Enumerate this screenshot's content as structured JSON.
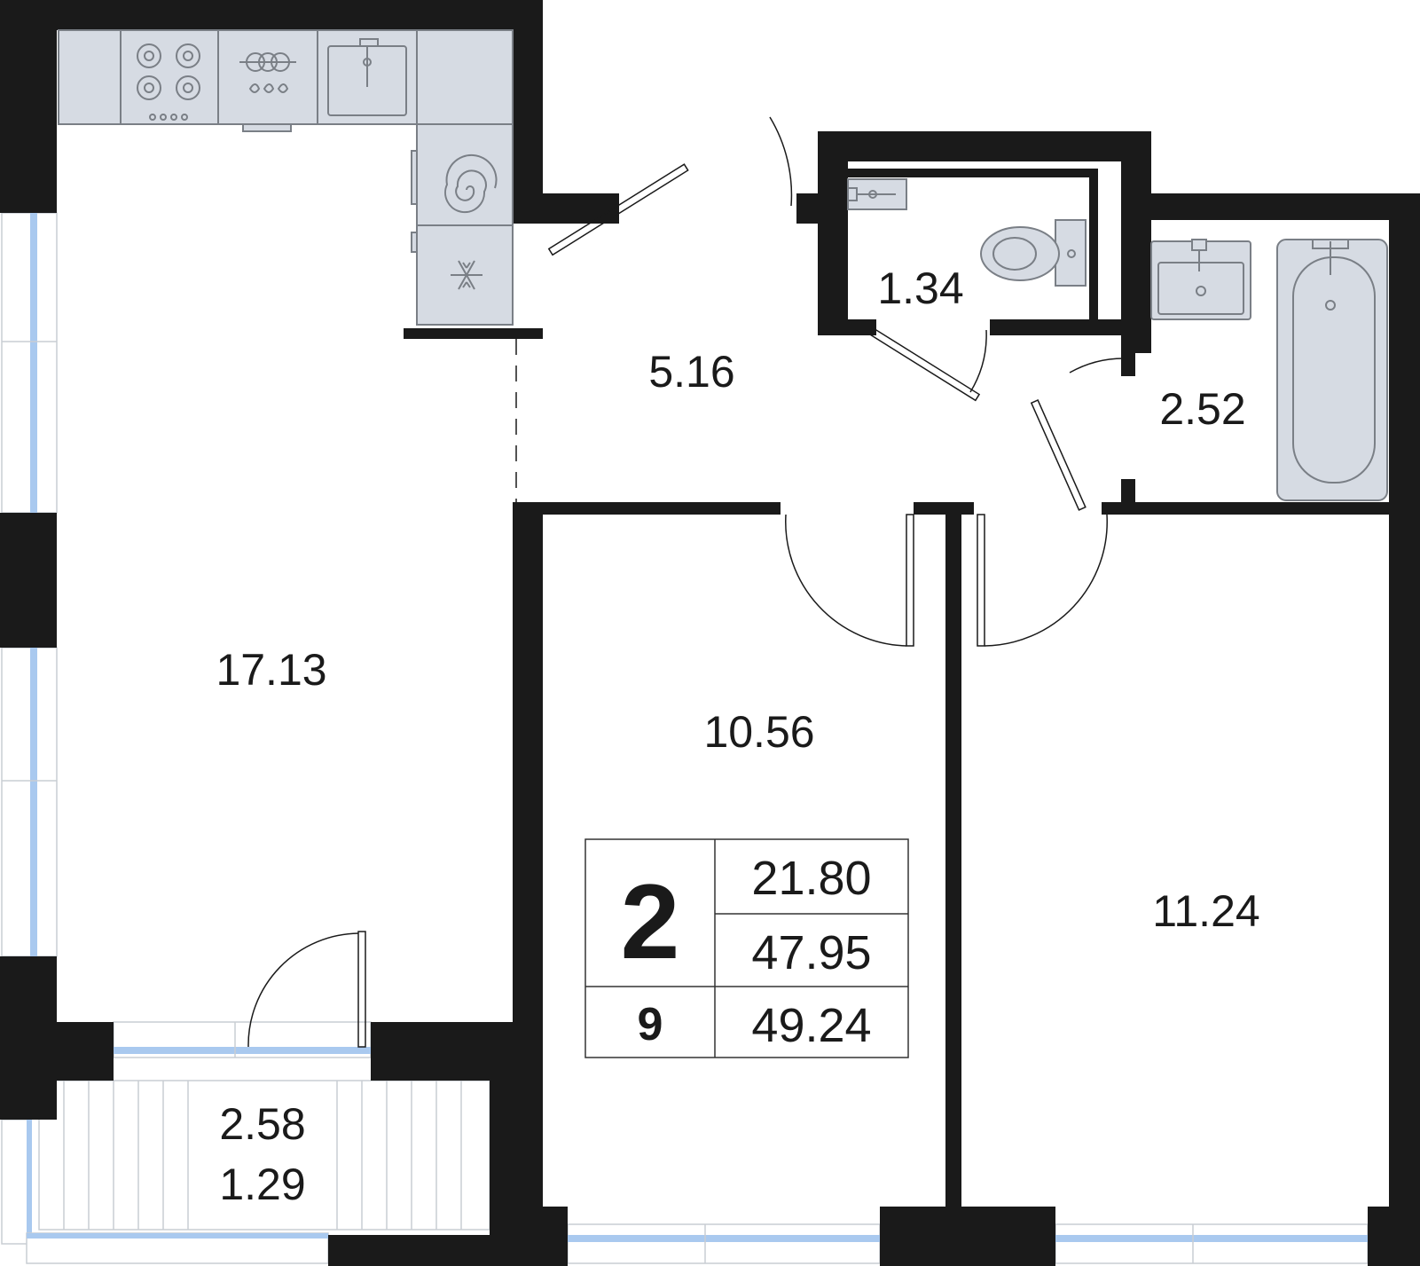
{
  "rooms": {
    "kitchen_living": "17.13",
    "hallway": "5.16",
    "toilet": "1.34",
    "bathroom": "2.52",
    "bedroom_small": "10.56",
    "bedroom_large": "11.24",
    "balcony_area": "2.58",
    "balcony_reduced": "1.29"
  },
  "summary": {
    "rooms_count": "2",
    "floor": "9",
    "living_area": "21.80",
    "total_area": "47.95",
    "total_with_balcony": "49.24"
  },
  "icons": [
    "stove-icon",
    "dishwasher-icon",
    "sink-icon",
    "washing-machine-icon",
    "fridge-icon",
    "toilet-icon",
    "bathtub-icon"
  ],
  "colors": {
    "wall": "#1a1a1a",
    "fixture": "#d6dbe3",
    "window_glass": "#a9c9ef"
  }
}
